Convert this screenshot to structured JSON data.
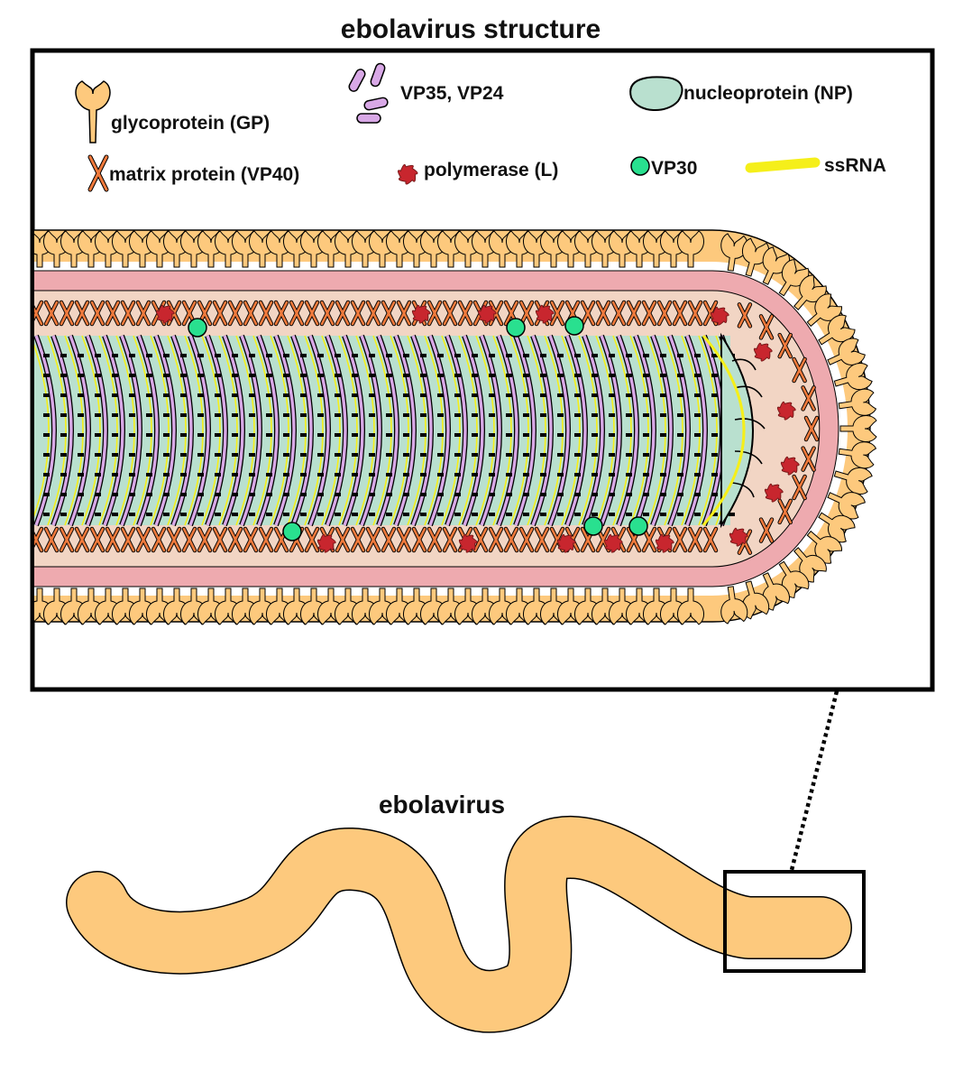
{
  "title": "ebolavirus structure",
  "whole_virus_label": "ebolavirus",
  "legend": {
    "glycoprotein": "glycoprotein (GP)",
    "matrix": "matrix protein (VP40)",
    "vp35_vp24": "VP35, VP24",
    "polymerase": "polymerase (L)",
    "nucleoprotein": "nucleoprotein (NP)",
    "vp30": "VP30",
    "ssrna": "ssRNA"
  },
  "colors": {
    "glycoprotein": "#fdc97d",
    "matrix": "#f07a3c",
    "membrane": "#eeaaaf",
    "interior": "#f2d5c4",
    "vp35_vp24": "#d8a8e6",
    "nucleoprotein": "#b9e0cf",
    "polymerase": "#c8262e",
    "vp30": "#29e08f",
    "ssrna": "#f5ef1a",
    "virus_body": "#fdc97d"
  }
}
